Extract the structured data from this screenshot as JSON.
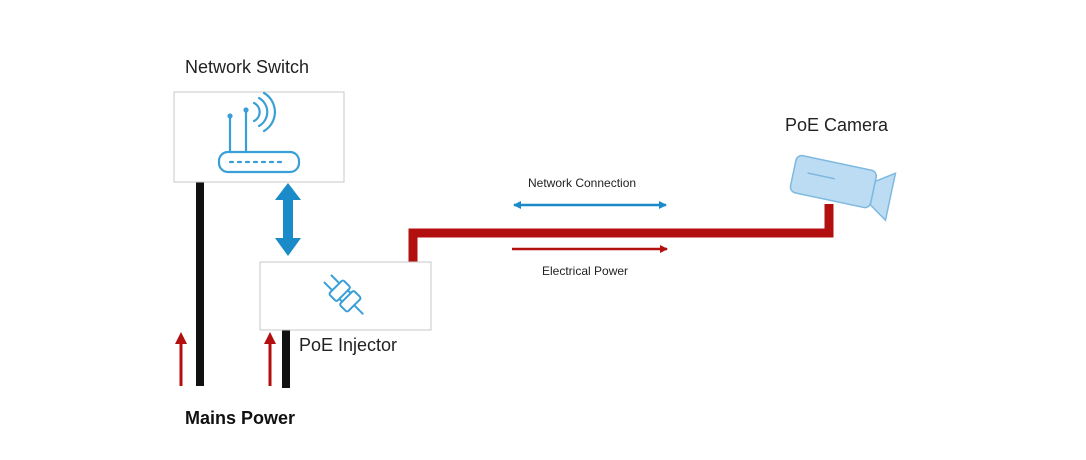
{
  "labels": {
    "network_switch": "Network Switch",
    "poe_camera": "PoE Camera",
    "poe_injector": "PoE Injector",
    "mains_power": "Mains Power",
    "network_connection": "Network Connection",
    "electrical_power": "Electrical Power"
  },
  "icons": {
    "switch": "router-icon",
    "injector": "plug-icon",
    "camera": "camera-icon"
  },
  "colors": {
    "network": "#1a8ac8",
    "power": "#b30f0f",
    "cable_black": "#111111",
    "box_border": "#c8c8c8",
    "icon_blue": "#3a9fd6",
    "camera_fill": "#bcdcf3",
    "camera_stroke": "#7eb9e0"
  }
}
